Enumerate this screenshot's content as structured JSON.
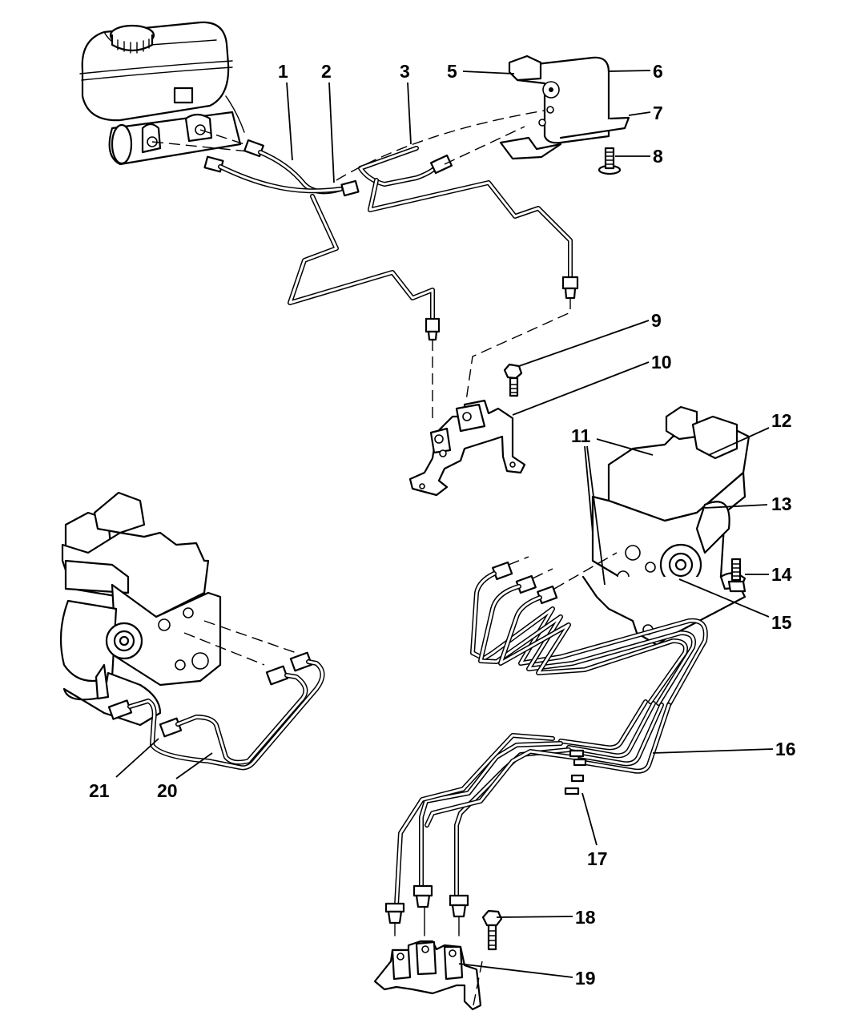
{
  "diagram": {
    "title": "ABS Brake Lines and Hydraulic Control Unit - Exploded Parts View",
    "style": "black line art on white",
    "background": "#ffffff",
    "line_color": "#000000"
  },
  "callouts": [
    {
      "id": "1",
      "label": "1",
      "target": "brake-tube-primary"
    },
    {
      "id": "2",
      "label": "2",
      "target": "brake-tube-fitting"
    },
    {
      "id": "3",
      "label": "3",
      "target": "brake-tube-secondary"
    },
    {
      "id": "5",
      "label": "5",
      "target": "combination-valve-connector"
    },
    {
      "id": "6",
      "label": "6",
      "target": "combination-valve"
    },
    {
      "id": "7",
      "label": "7",
      "target": "valve-bracket"
    },
    {
      "id": "8",
      "label": "8",
      "target": "bolt"
    },
    {
      "id": "9",
      "label": "9",
      "target": "bolt"
    },
    {
      "id": "10",
      "label": "10",
      "target": "junction-block-bracket"
    },
    {
      "id": "11",
      "label": "11",
      "target": "abs-control-module"
    },
    {
      "id": "12",
      "label": "12",
      "target": "abs-module-connector"
    },
    {
      "id": "13",
      "label": "13",
      "target": "hydraulic-control-unit"
    },
    {
      "id": "14",
      "label": "14",
      "target": "mounting-bolt"
    },
    {
      "id": "15",
      "label": "15",
      "target": "hcu-mounting-bracket"
    },
    {
      "id": "16",
      "label": "16",
      "target": "brake-tube-bundle"
    },
    {
      "id": "17",
      "label": "17",
      "target": "tube-clip"
    },
    {
      "id": "18",
      "label": "18",
      "target": "bolt"
    },
    {
      "id": "19",
      "label": "19",
      "target": "tube-junction-bracket"
    },
    {
      "id": "20",
      "label": "20",
      "target": "brake-tube-outlet"
    },
    {
      "id": "21",
      "label": "21",
      "target": "brake-tube-outlet"
    }
  ]
}
